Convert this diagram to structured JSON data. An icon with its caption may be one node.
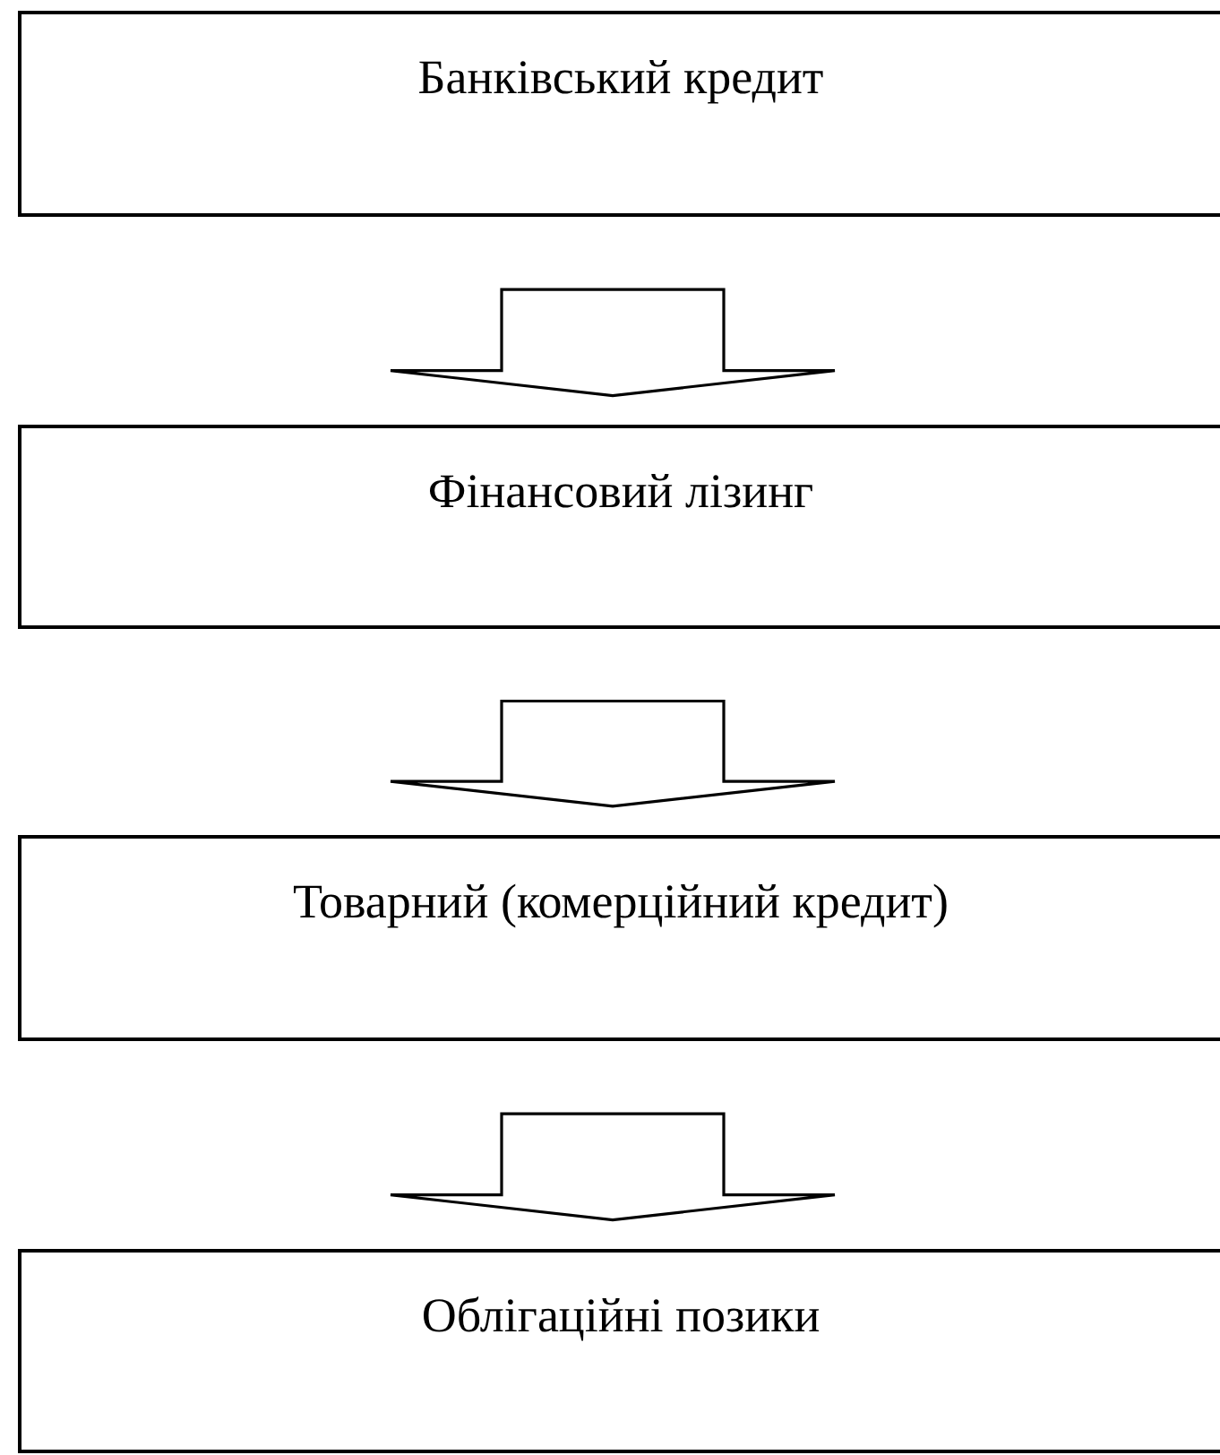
{
  "diagram": {
    "nodes": [
      {
        "text": [
          "Банківський кредит"
        ]
      },
      {
        "text": [
          "Фінансовий лізинг"
        ]
      },
      {
        "text": [
          "Товарний (комерційний кредит)"
        ]
      },
      {
        "text": [
          "Облігаційні позики"
        ]
      }
    ],
    "edges": [
      {
        "from": 0,
        "to": 1,
        "arrow": "to"
      },
      {
        "from": 1,
        "to": 2,
        "arrow": "to"
      },
      {
        "from": 2,
        "to": 3,
        "arrow": "to"
      }
    ]
  }
}
